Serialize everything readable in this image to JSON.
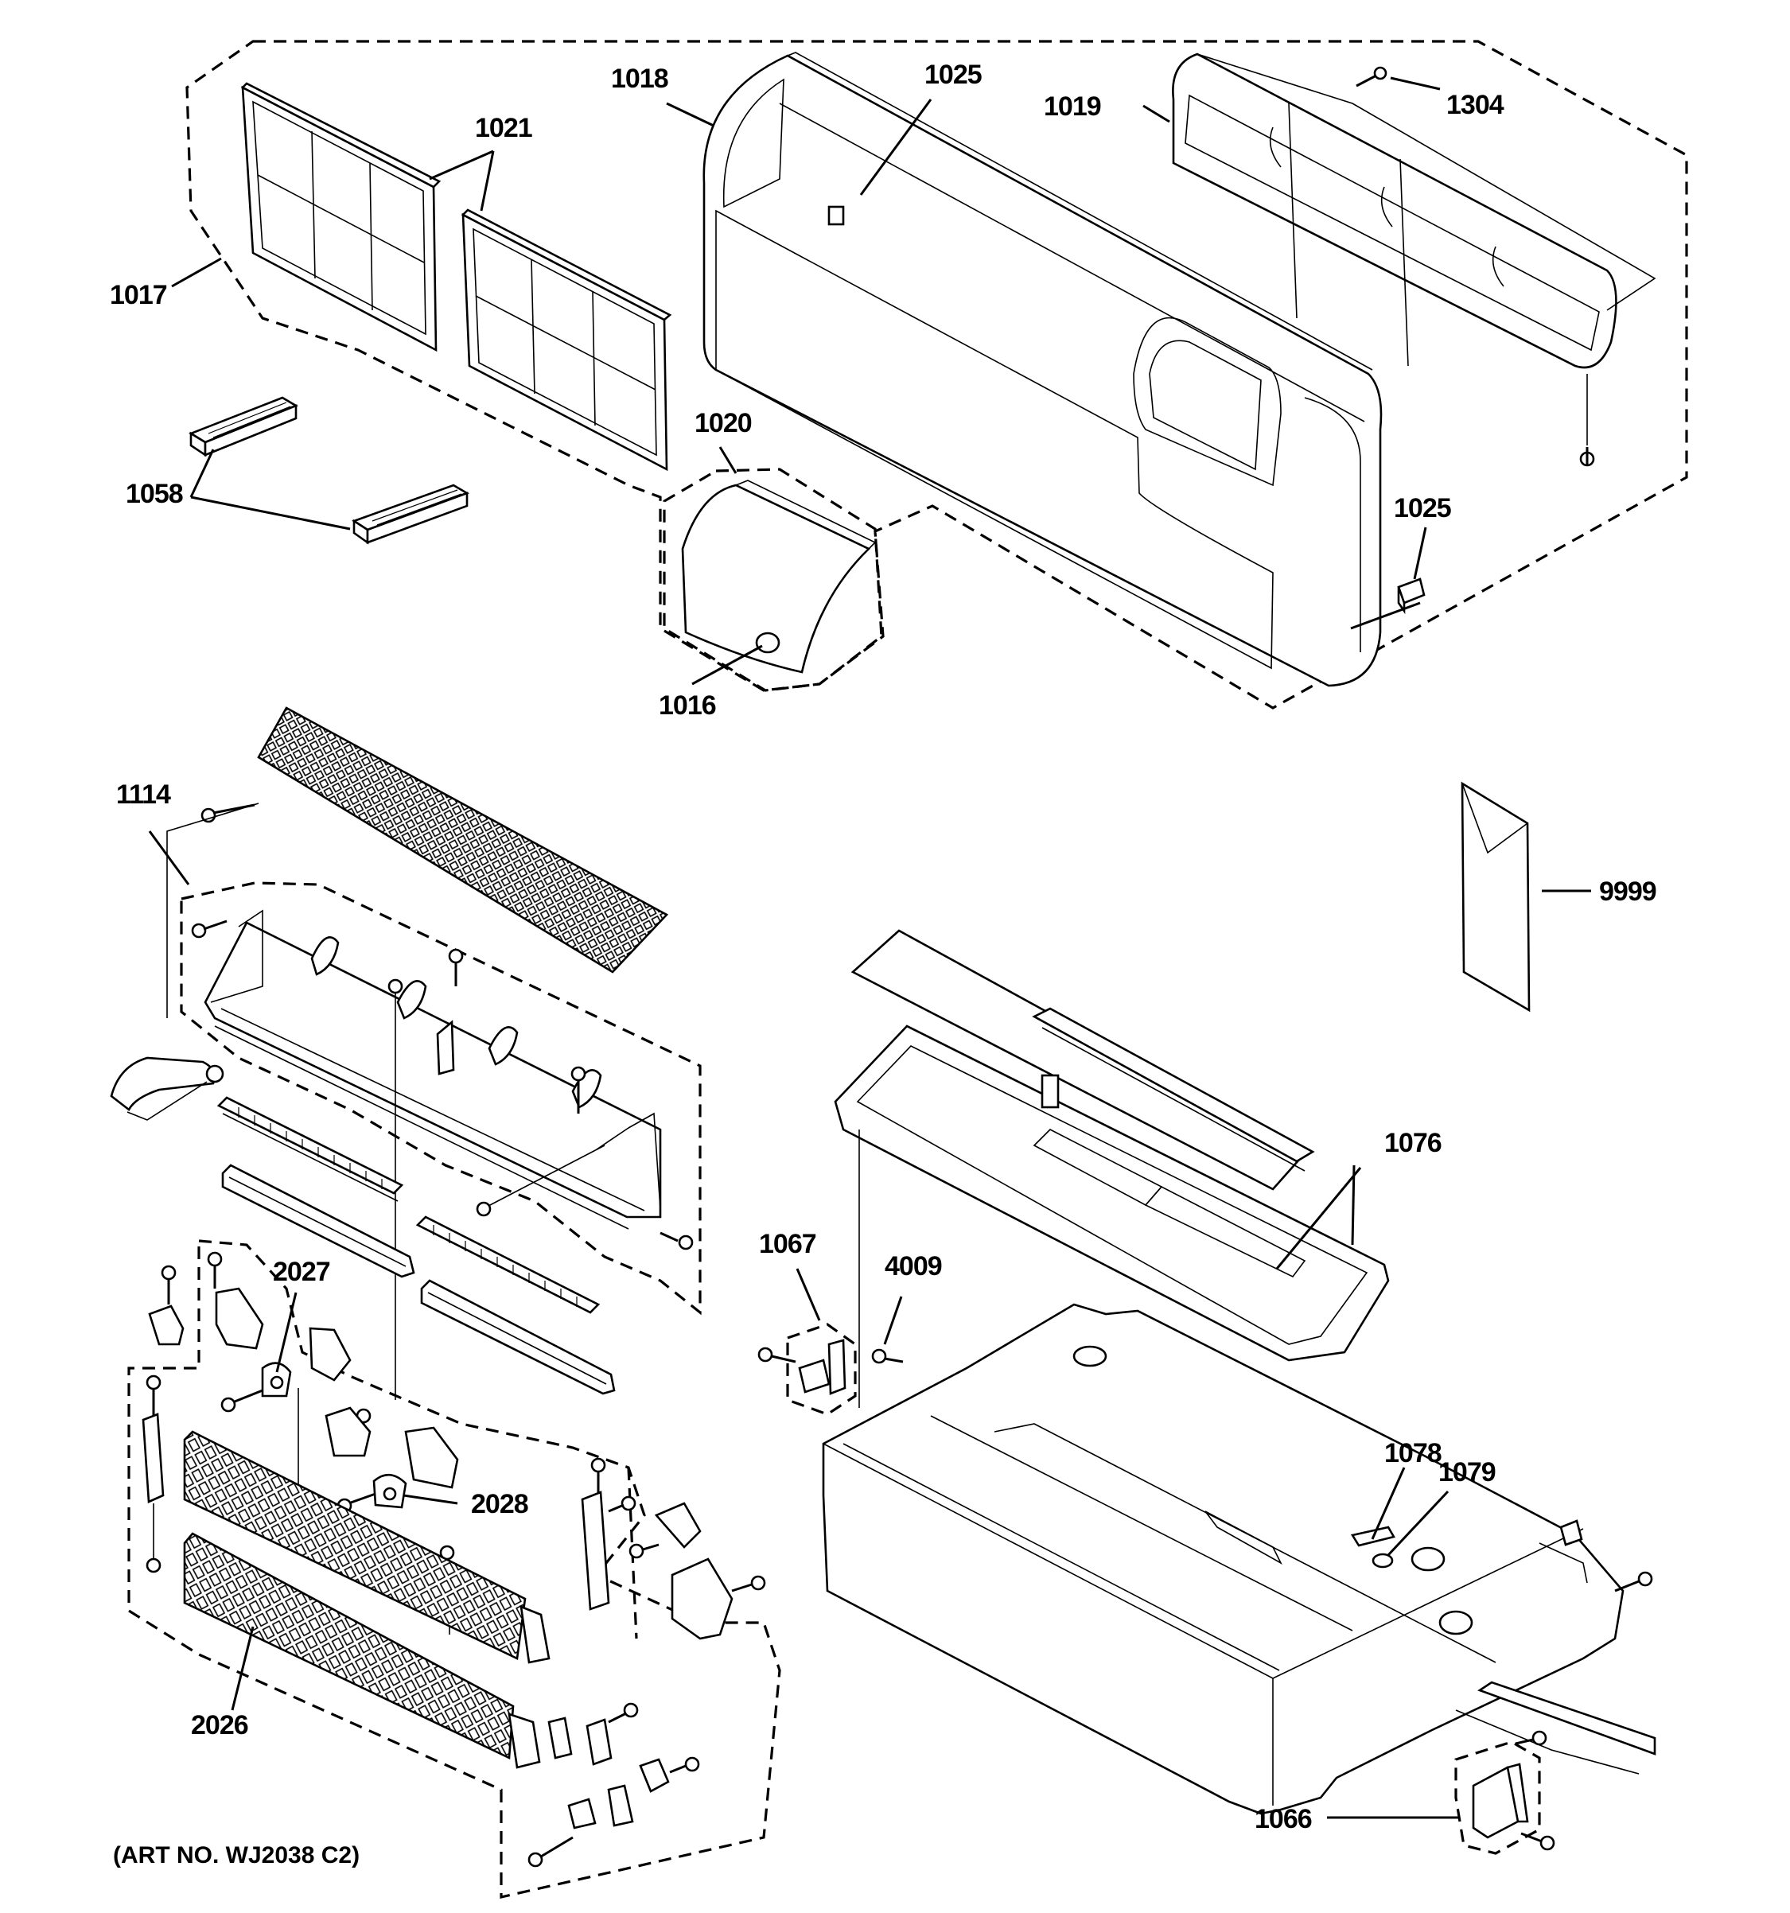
{
  "diagram": {
    "caption": "(ART NO. WJ2038 C2)",
    "callouts": {
      "p1016": "1016",
      "p1017": "1017",
      "p1018": "1018",
      "p1019": "1019",
      "p1020": "1020",
      "p1021": "1021",
      "p1025a": "1025",
      "p1025b": "1025",
      "p1058": "1058",
      "p1066": "1066",
      "p1067": "1067",
      "p1076": "1076",
      "p1078": "1078",
      "p1079": "1079",
      "p1114": "1114",
      "p1304": "1304",
      "p2026": "2026",
      "p2027": "2027",
      "p2028": "2028",
      "p4009": "4009",
      "p9999": "9999"
    }
  }
}
